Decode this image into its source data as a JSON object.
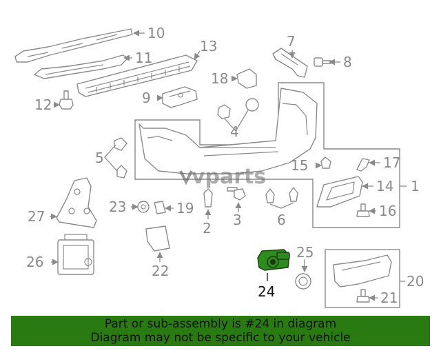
{
  "watermark": "vparts",
  "highlight_color": "#2e8b1e",
  "labels": {
    "l1": "1",
    "l2": "2",
    "l3": "3",
    "l4": "4",
    "l5": "5",
    "l6": "6",
    "l7": "7",
    "l8": "8",
    "l9": "9",
    "l10": "10",
    "l11": "11",
    "l12": "12",
    "l13": "13",
    "l14": "14",
    "l15": "15",
    "l16": "16",
    "l17": "17",
    "l18": "18",
    "l19": "19",
    "l20": "20",
    "l21": "21",
    "l22": "22",
    "l23": "23",
    "l24": "24",
    "l25": "25",
    "l26": "26",
    "l27": "27"
  },
  "banner": {
    "line1": "Part or sub-assembly is #24 in diagram",
    "line2": "Diagram may not be specific to your vehicle"
  }
}
